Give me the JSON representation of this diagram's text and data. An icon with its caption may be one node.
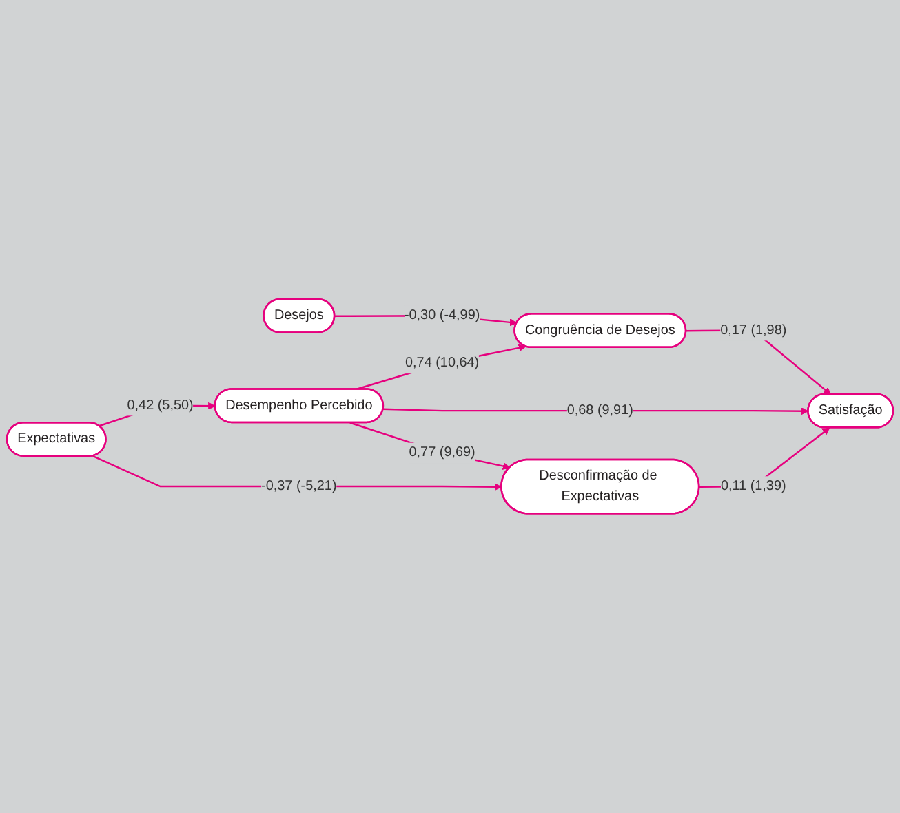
{
  "diagram": {
    "nodes": [
      {
        "text": [
          "Desejos"
        ]
      },
      {
        "text": [
          "Congruência de Desejos"
        ]
      },
      {
        "text": [
          "Desempenho Percebido"
        ]
      },
      {
        "text": [
          "Satisfação"
        ]
      },
      {
        "text": [
          "Desconfirmação de Expectativas"
        ]
      },
      {
        "text": [
          "Expectativas"
        ]
      }
    ],
    "edges": [
      {
        "from": 0,
        "to": 1,
        "arrow": "to",
        "label": "-0,30 (-4,99)"
      },
      {
        "from": 2,
        "to": 1,
        "arrow": "to",
        "label": "0,74 (10,64)"
      },
      {
        "from": 1,
        "to": 3,
        "arrow": "to",
        "label": "0,17 (1,98)"
      },
      {
        "from": 2,
        "to": 3,
        "arrow": "to",
        "label": "0,68 (9,91)"
      },
      {
        "from": 2,
        "to": 4,
        "arrow": "to",
        "label": "0,77 (9,69)"
      },
      {
        "from": 4,
        "to": 3,
        "arrow": "to",
        "label": "0,11 (1,39)"
      },
      {
        "from": 5,
        "to": 2,
        "arrow": "to",
        "label": "0,42 (5,50)"
      },
      {
        "from": 5,
        "to": 4,
        "arrow": "to",
        "label": "-0,37 (-5,21)"
      }
    ]
  }
}
